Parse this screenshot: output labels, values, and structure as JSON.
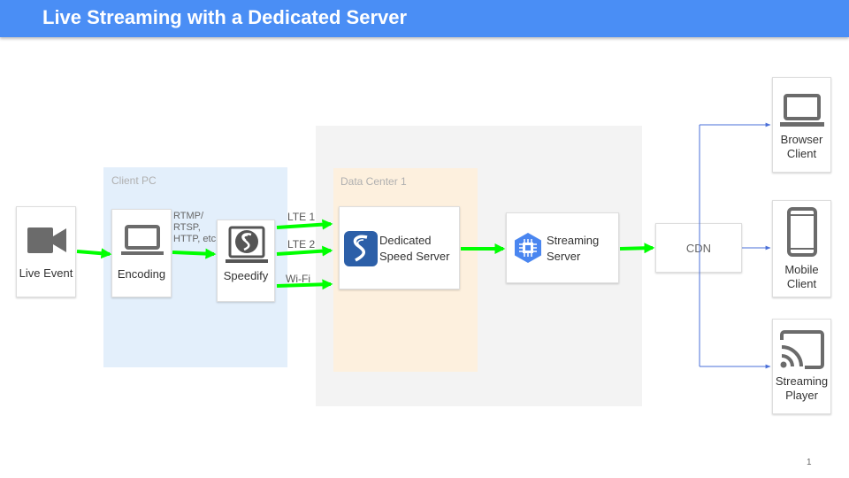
{
  "title": "Live Streaming with a Dedicated Server",
  "regions": {
    "client_pc": "Client PC",
    "data_center": "Data Center 1"
  },
  "nodes": {
    "live_event": "Live Event",
    "encoding": "Encoding",
    "speedify": "Speedify",
    "dedicated_server": [
      "Dedicated",
      "Speed Server"
    ],
    "streaming_server": [
      "Streaming",
      "Server"
    ],
    "cdn": "CDN",
    "browser_client": [
      "Browser",
      "Client"
    ],
    "mobile_client": [
      "Mobile",
      "Client"
    ],
    "streaming_player": [
      "Streaming",
      "Player"
    ]
  },
  "protocol_label": [
    "RTMP/",
    "RTSP,",
    "HTTP, etc"
  ],
  "links": {
    "lte1": "LTE 1",
    "lte2": "LTE 2",
    "wifi": "Wi-Fi"
  },
  "icons": [
    "video-camera-icon",
    "laptop-icon",
    "speedify-logo-icon",
    "compute-chip-icon",
    "smartphone-icon",
    "cast-icon"
  ],
  "colors": {
    "title_bar": "#4a8ef5",
    "flow_arrow": "#00ff00",
    "cdn_line": "#4a6fd8",
    "client_pc_bg": "#e3effb",
    "data_center_outer_bg": "#f3f3f3",
    "data_center_inner_bg": "#fdf0de"
  },
  "page_number": "1"
}
